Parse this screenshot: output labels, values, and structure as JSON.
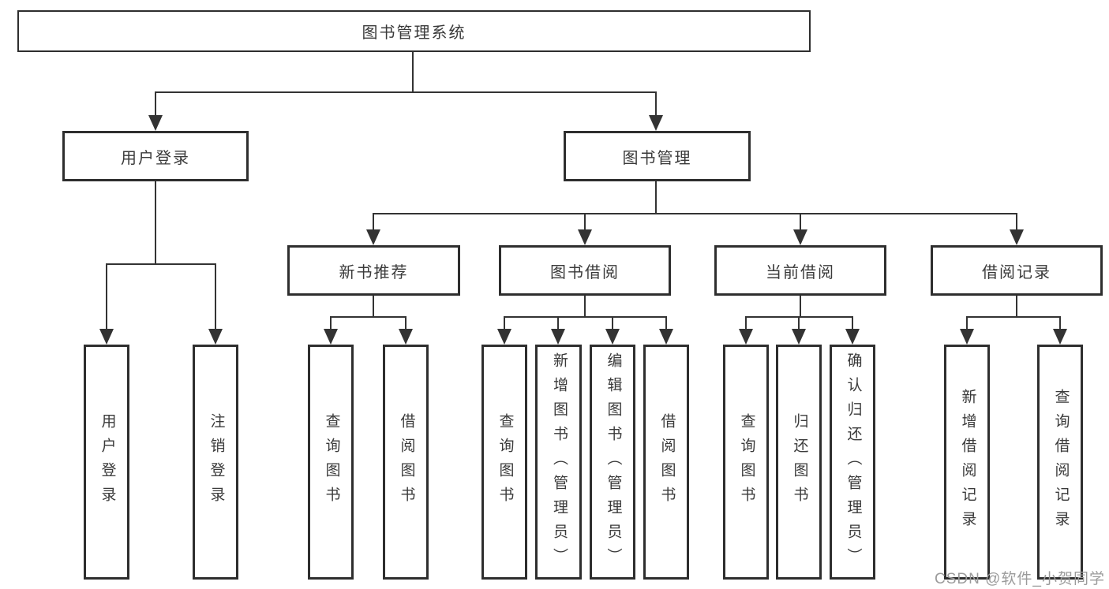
{
  "diagram": {
    "type": "hierarchy",
    "tree": {
      "label": "图书管理系统",
      "children": [
        {
          "label": "用户登录",
          "children": [
            {
              "label": "用户登录"
            },
            {
              "label": "注销登录"
            }
          ]
        },
        {
          "label": "图书管理",
          "children": [
            {
              "label": "新书推荐",
              "children": [
                {
                  "label": "查询图书"
                },
                {
                  "label": "借阅图书"
                }
              ]
            },
            {
              "label": "图书借阅",
              "children": [
                {
                  "label": "查询图书"
                },
                {
                  "label": "新增图书（管理员）"
                },
                {
                  "label": "编辑图书（管理员）"
                },
                {
                  "label": "借阅图书"
                }
              ]
            },
            {
              "label": "当前借阅",
              "children": [
                {
                  "label": "查询图书"
                },
                {
                  "label": "归还图书"
                },
                {
                  "label": "确认归还（管理员）"
                }
              ]
            },
            {
              "label": "借阅记录",
              "children": [
                {
                  "label": "新增借阅记录"
                },
                {
                  "label": "查询借阅记录"
                }
              ]
            }
          ]
        }
      ]
    },
    "watermark": {
      "text": "CSDN @软件_小贺同学",
      "color": "#9b9b9b"
    },
    "colors": {
      "line": "#333333",
      "box_border": "#2e2e2e",
      "text": "#3a3a3a",
      "background": "#ffffff"
    }
  }
}
